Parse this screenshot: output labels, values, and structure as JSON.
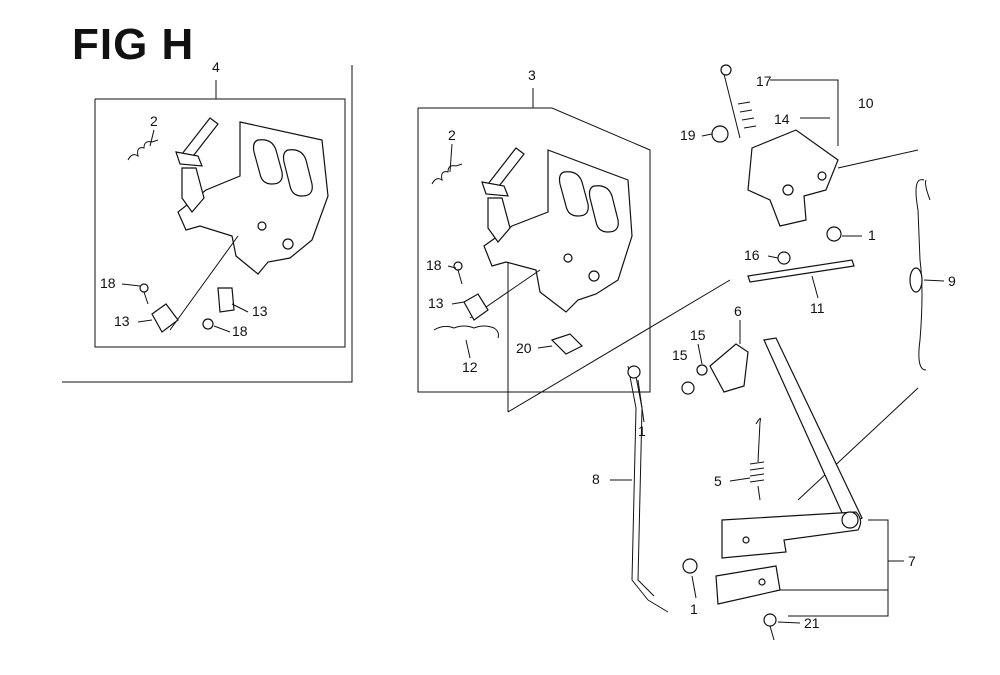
{
  "figure": {
    "title": "FIG H"
  },
  "callouts": [
    {
      "id": "c4",
      "text": "4"
    },
    {
      "id": "c2a",
      "text": "2"
    },
    {
      "id": "c18a",
      "text": "18"
    },
    {
      "id": "c13a",
      "text": "13"
    },
    {
      "id": "c13b",
      "text": "13"
    },
    {
      "id": "c18b",
      "text": "18"
    },
    {
      "id": "c3",
      "text": "3"
    },
    {
      "id": "c2b",
      "text": "2"
    },
    {
      "id": "c18c",
      "text": "18"
    },
    {
      "id": "c13c",
      "text": "13"
    },
    {
      "id": "c12",
      "text": "12"
    },
    {
      "id": "c20",
      "text": "20"
    },
    {
      "id": "c17",
      "text": "17"
    },
    {
      "id": "c14",
      "text": "14"
    },
    {
      "id": "c10",
      "text": "10"
    },
    {
      "id": "c19",
      "text": "19"
    },
    {
      "id": "c1a",
      "text": "1"
    },
    {
      "id": "c16",
      "text": "16"
    },
    {
      "id": "c11",
      "text": "11"
    },
    {
      "id": "c9",
      "text": "9"
    },
    {
      "id": "c6",
      "text": "6"
    },
    {
      "id": "c15a",
      "text": "15"
    },
    {
      "id": "c15b",
      "text": "15"
    },
    {
      "id": "c1b",
      "text": "1"
    },
    {
      "id": "c8",
      "text": "8"
    },
    {
      "id": "c5",
      "text": "5"
    },
    {
      "id": "c7",
      "text": "7"
    },
    {
      "id": "c1c",
      "text": "1"
    },
    {
      "id": "c21",
      "text": "21"
    }
  ]
}
